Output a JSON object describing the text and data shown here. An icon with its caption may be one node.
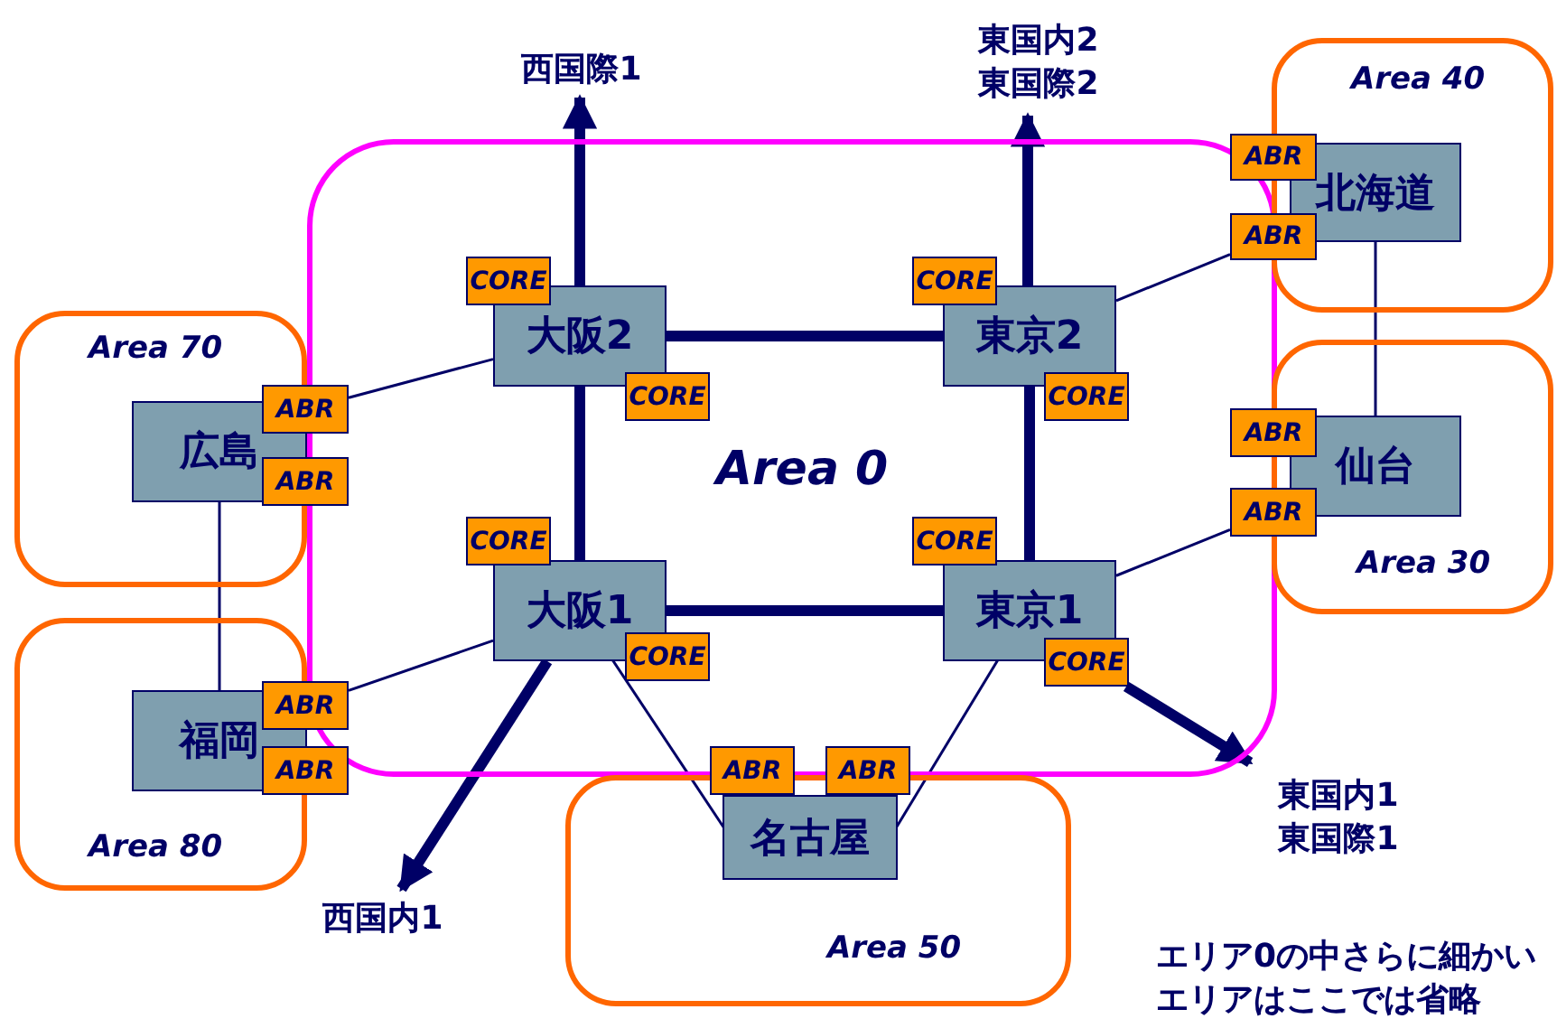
{
  "diagram": {
    "nodes": [
      {
        "text": [
          "Area 0"
        ]
      },
      {
        "text": [
          "Area 40"
        ]
      },
      {
        "text": [
          "Area 30"
        ]
      },
      {
        "text": [
          "Area 70"
        ]
      },
      {
        "text": [
          "Area 80"
        ]
      },
      {
        "text": [
          "Area 50"
        ]
      },
      {
        "text": [
          "大阪2"
        ],
        "in": 0
      },
      {
        "text": [
          "東京2"
        ],
        "in": 0
      },
      {
        "text": [
          "大阪1"
        ],
        "in": 0
      },
      {
        "text": [
          "東京1"
        ],
        "in": 0
      },
      {
        "text": [
          "北海道"
        ],
        "in": 1
      },
      {
        "text": [
          "仙台"
        ],
        "in": 2
      },
      {
        "text": [
          "広島"
        ],
        "in": 3
      },
      {
        "text": [
          "福岡"
        ],
        "in": 4
      },
      {
        "text": [
          "名古屋"
        ],
        "in": 5
      },
      {
        "text": [
          "西国際1"
        ]
      },
      {
        "text": [
          "東国内2",
          "東国際2"
        ]
      },
      {
        "text": [
          "西国内1"
        ]
      },
      {
        "text": [
          "東国内1",
          "東国際1"
        ]
      },
      {
        "text": [
          "ABR"
        ]
      },
      {
        "text": [
          "ABR"
        ]
      },
      {
        "text": [
          "CORE"
        ],
        "in": 0
      },
      {
        "text": [
          "CORE"
        ],
        "in": 0
      },
      {
        "text": [
          "CORE"
        ],
        "in": 0
      },
      {
        "text": [
          "CORE"
        ],
        "in": 0
      },
      {
        "text": [
          "ABR"
        ]
      },
      {
        "text": [
          "ABR"
        ]
      },
      {
        "text": [
          "ABR"
        ]
      },
      {
        "text": [
          "ABR"
        ]
      },
      {
        "text": [
          "CORE"
        ],
        "in": 0
      },
      {
        "text": [
          "CORE"
        ],
        "in": 0
      },
      {
        "text": [
          "CORE"
        ],
        "in": 0
      },
      {
        "text": [
          "CORE"
        ],
        "in": 0
      },
      {
        "text": [
          "ABR"
        ]
      },
      {
        "text": [
          "ABR"
        ]
      },
      {
        "text": [
          "ABR"
        ]
      },
      {
        "text": [
          "ABR"
        ]
      }
    ],
    "edges": [
      {
        "from": 6,
        "to": 15,
        "arrow": "to",
        "style": "thick"
      },
      {
        "from": 7,
        "to": 16,
        "arrow": "to",
        "style": "thick"
      },
      {
        "from": 8,
        "to": 17,
        "arrow": "to",
        "style": "thick"
      },
      {
        "from": 32,
        "to": 18,
        "arrow": "to",
        "style": "thick"
      },
      {
        "from": 6,
        "to": 7,
        "arrow": "none",
        "style": "thick"
      },
      {
        "from": 8,
        "to": 9,
        "arrow": "none",
        "style": "thick"
      },
      {
        "from": 6,
        "to": 8,
        "arrow": "none",
        "style": "thick"
      },
      {
        "from": 7,
        "to": 9,
        "arrow": "none",
        "style": "thick"
      },
      {
        "from": 25,
        "to": 6,
        "arrow": "none"
      },
      {
        "from": 33,
        "to": 8,
        "arrow": "none"
      },
      {
        "from": 20,
        "to": 7,
        "arrow": "none"
      },
      {
        "from": 28,
        "to": 9,
        "arrow": "none"
      },
      {
        "from": 14,
        "to": 8,
        "arrow": "none"
      },
      {
        "from": 14,
        "to": 9,
        "arrow": "none"
      },
      {
        "from": 12,
        "to": 13,
        "arrow": "none"
      },
      {
        "from": 10,
        "to": 11,
        "arrow": "none"
      }
    ],
    "labels": [
      "エリア0の中さらに細かいエリアはここでは省略"
    ]
  }
}
